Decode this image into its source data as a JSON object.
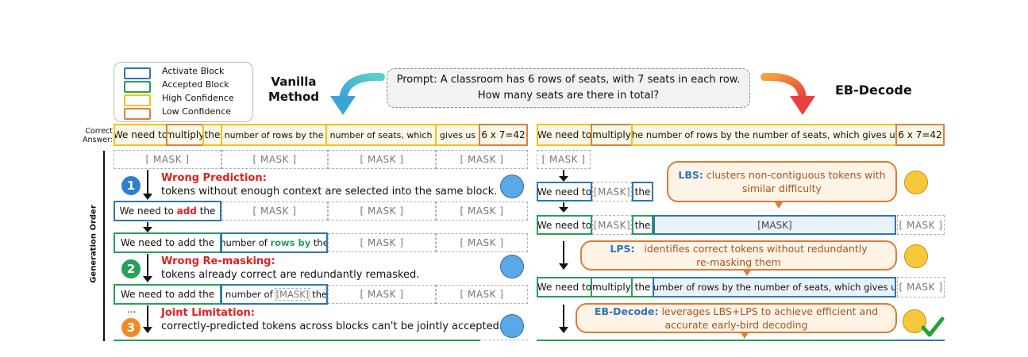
{
  "legend": {
    "items": [
      {
        "label": "Activate Block",
        "color": "#2f75b5"
      },
      {
        "label": "Accepted Block",
        "color": "#27a05a"
      },
      {
        "label": "High Confidence",
        "color": "#f2c21b"
      },
      {
        "label": "Low Confidence",
        "color": "#e27e3a"
      }
    ]
  },
  "titles": {
    "vanilla_line1": "Vanilla",
    "vanilla_line2": "Method",
    "eb_decode": "EB-Decode"
  },
  "prompt": {
    "line1": "Prompt: A classroom has 6 rows of seats, with 7 seats in each row.",
    "line2": "How many seats are there in total?"
  },
  "labels": {
    "correct_answer_1": "Correct",
    "correct_answer_2": "Answer:",
    "generation_order": "Generation Order",
    "mask": "[ MASK ]",
    "mask_compact": "[MASK]",
    "dots": "..."
  },
  "left": {
    "answer_row": [
      "We need to",
      "multiply",
      "the",
      "number of rows by the",
      "number of seats, which",
      "gives us",
      "6 x 7=42"
    ],
    "row2": {
      "prefix": "We need to ",
      "wrong_word": "add",
      "suffix": " the"
    },
    "row3": {
      "a": "We need to add the",
      "b1": "number of ",
      "b2": "rows by",
      "b3": " the"
    },
    "row4": {
      "a": "We need to add the",
      "b1": "number of",
      "b2": "[MASK]",
      "b3": "the"
    },
    "issues": [
      {
        "num": "1",
        "title": "Wrong Prediction:",
        "desc": "tokens without enough context are selected into the same block.",
        "color": "#2f7fd0"
      },
      {
        "num": "2",
        "title": "Wrong Re-masking:",
        "desc": "tokens already correct are redundantly remasked.",
        "color": "#27a05a"
      },
      {
        "num": "3",
        "title": "Joint Limitation:",
        "desc": "correctly-predicted tokens across blocks can't be jointly accepted.",
        "color": "#f08a24"
      }
    ]
  },
  "right": {
    "answer_row": [
      "We need to",
      "multiply",
      "the number of rows by the number of seats, which gives us",
      "6 x 7=42"
    ],
    "row_a": [
      "We need to",
      "the"
    ],
    "row_b": [
      "We need to",
      "the"
    ],
    "row_c": [
      "We need to",
      "multiply",
      "the",
      "number of rows by the number of seats, which gives us"
    ],
    "bubbles": [
      {
        "tag": "LBS:",
        "line1": "clusters non-contiguous tokens with",
        "line2": "similar difficulty"
      },
      {
        "tag": "LPS:",
        "line1": "identifies correct tokens without redundantly",
        "line2": "re-masking them"
      },
      {
        "tag": "EB-Decode:",
        "line1": "leverages LBS+LPS to achieve efficient and",
        "line2": "accurate early-bird decoding"
      }
    ]
  },
  "colors": {
    "blue": "#2f75b5",
    "green": "#27a05a",
    "yellow": "#f2c21b",
    "orange": "#e27e3a",
    "red": "#e02020"
  }
}
